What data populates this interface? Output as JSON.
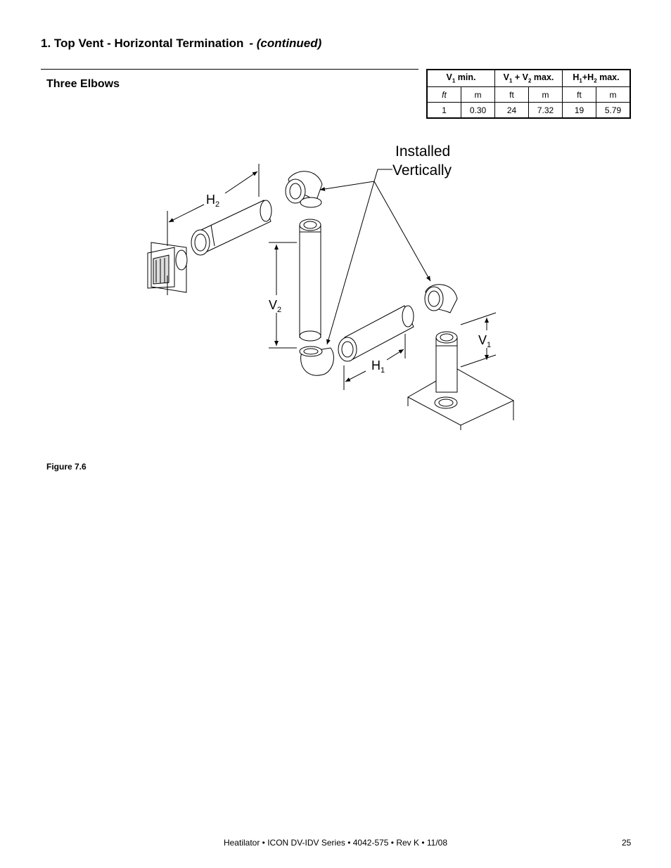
{
  "header": {
    "section_title": "1.  Top Vent - Horizontal Termination",
    "continued": "- (continued)",
    "subsection": "Three Elbows"
  },
  "table": {
    "columns": [
      {
        "label": "V",
        "sub": "1",
        "rest": " min."
      },
      {
        "label": "V",
        "sub": "1",
        "mid": " + V",
        "sub2": "2",
        "rest": " max."
      },
      {
        "label": "H",
        "sub": "1",
        "mid": "+H",
        "sub2": "2",
        "rest": " max."
      }
    ],
    "units": [
      "ft",
      "m",
      "ft",
      "m",
      "ft",
      "m"
    ],
    "values": [
      "1",
      "0.30",
      "24",
      "7.32",
      "19",
      "5.79"
    ]
  },
  "figure": {
    "annotation_line1": "Installed",
    "annotation_line2": "Vertically",
    "labels": {
      "h2": "H",
      "h2_sub": "2",
      "v2": "V",
      "v2_sub": "2",
      "h1": "H",
      "h1_sub": "1",
      "v1": "V",
      "v1_sub": "1"
    },
    "caption": "Figure 7.6"
  },
  "footer": {
    "text": "Heatilator • ICON DV-IDV Series • 4042-575 • Rev K • 11/08",
    "page": "25"
  }
}
